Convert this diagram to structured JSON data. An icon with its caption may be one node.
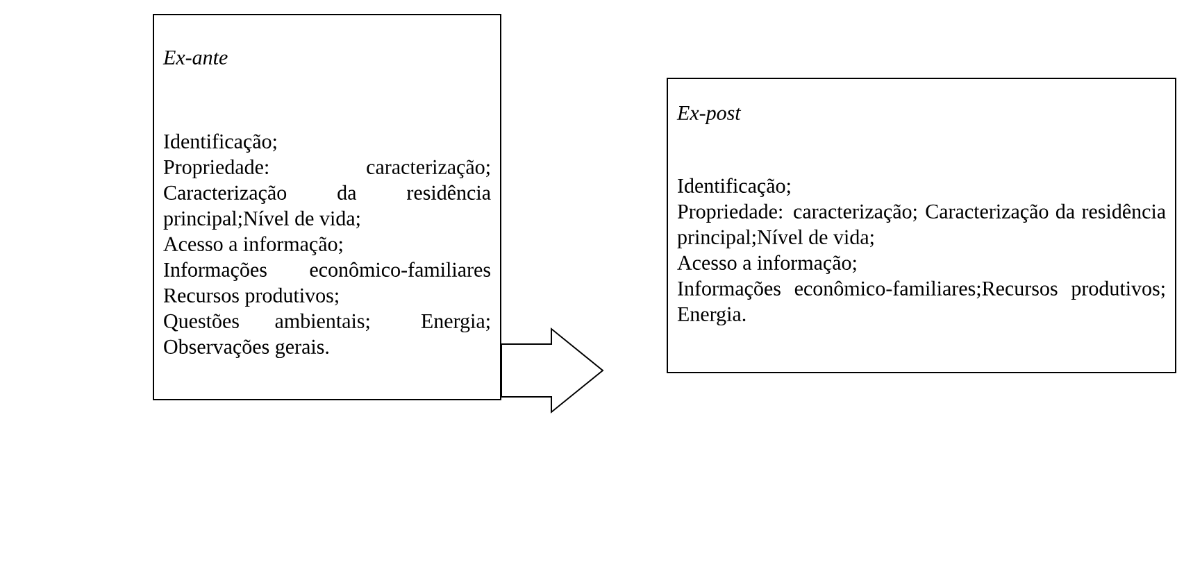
{
  "diagram": {
    "nodes": [
      {
        "text": [
          "Ex-ante",
          "Identificação;",
          "Propriedade: caracterização; Caracterização da residência principal;Nível de vida;",
          "Acesso a informação;",
          "Informações econômico-familiares Recursos produtivos;",
          "Questões ambientais; Energia; Observações gerais."
        ]
      },
      {
        "text": [
          "Ex-post",
          "Identificação;",
          "Propriedade: caracterização; Caracterização da residência principal;Nível de vida;",
          "Acesso a informação;",
          "Informações econômico-familiares;Recursos produtivos; Energia."
        ]
      }
    ],
    "edges": [
      {
        "from": 0,
        "to": 1,
        "arrow": "to"
      }
    ]
  }
}
